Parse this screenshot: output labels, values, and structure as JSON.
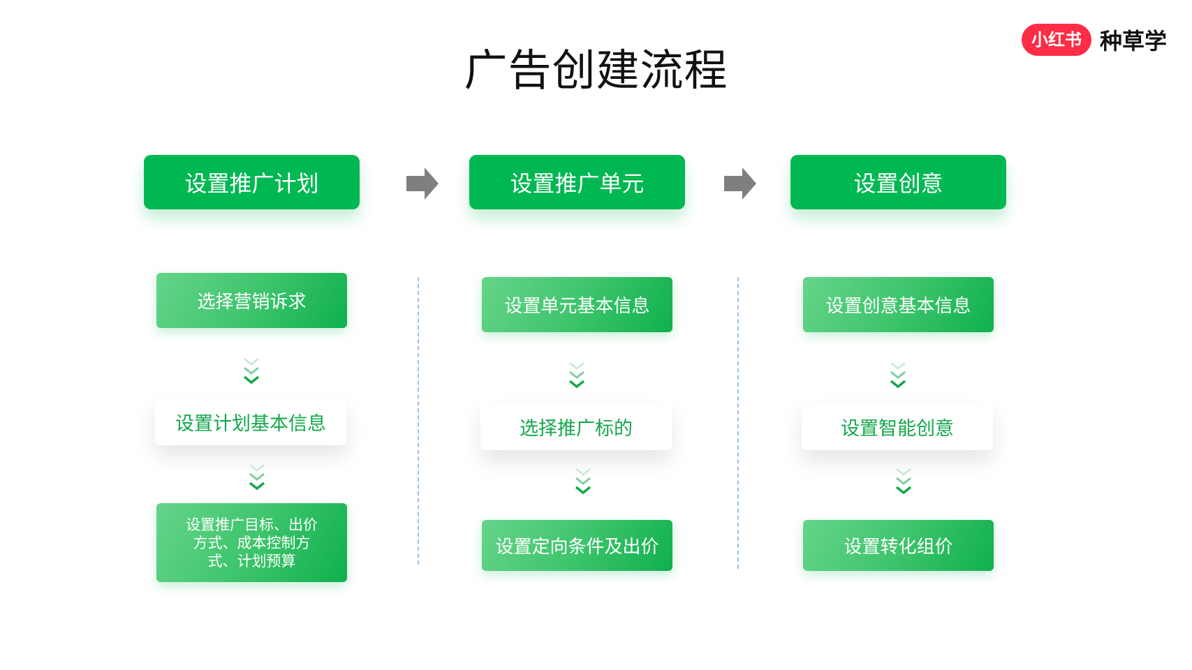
{
  "title": "广告创建流程",
  "logo": {
    "pill": "小红书",
    "text": "种草学",
    "pill_color": "#fe2c45"
  },
  "colors": {
    "header_green": "#00b852",
    "step_green_start": "#66d48a",
    "step_green_end": "#0fb04c",
    "highlight_text": "#13a84a",
    "arrow": "#7f7f7f",
    "divider": "#9fc1df"
  },
  "columns": [
    {
      "header": "设置推广计划",
      "steps": [
        "选择营销诉求",
        "设置计划基本信息",
        "设置推广目标、出价方式、成本控制方式、计划预算"
      ]
    },
    {
      "header": "设置推广单元",
      "steps": [
        "设置单元基本信息",
        "选择推广标的",
        "设置定向条件及出价"
      ]
    },
    {
      "header": "设置创意",
      "steps": [
        "设置创意基本信息",
        "设置智能创意",
        "设置转化组价"
      ]
    }
  ]
}
